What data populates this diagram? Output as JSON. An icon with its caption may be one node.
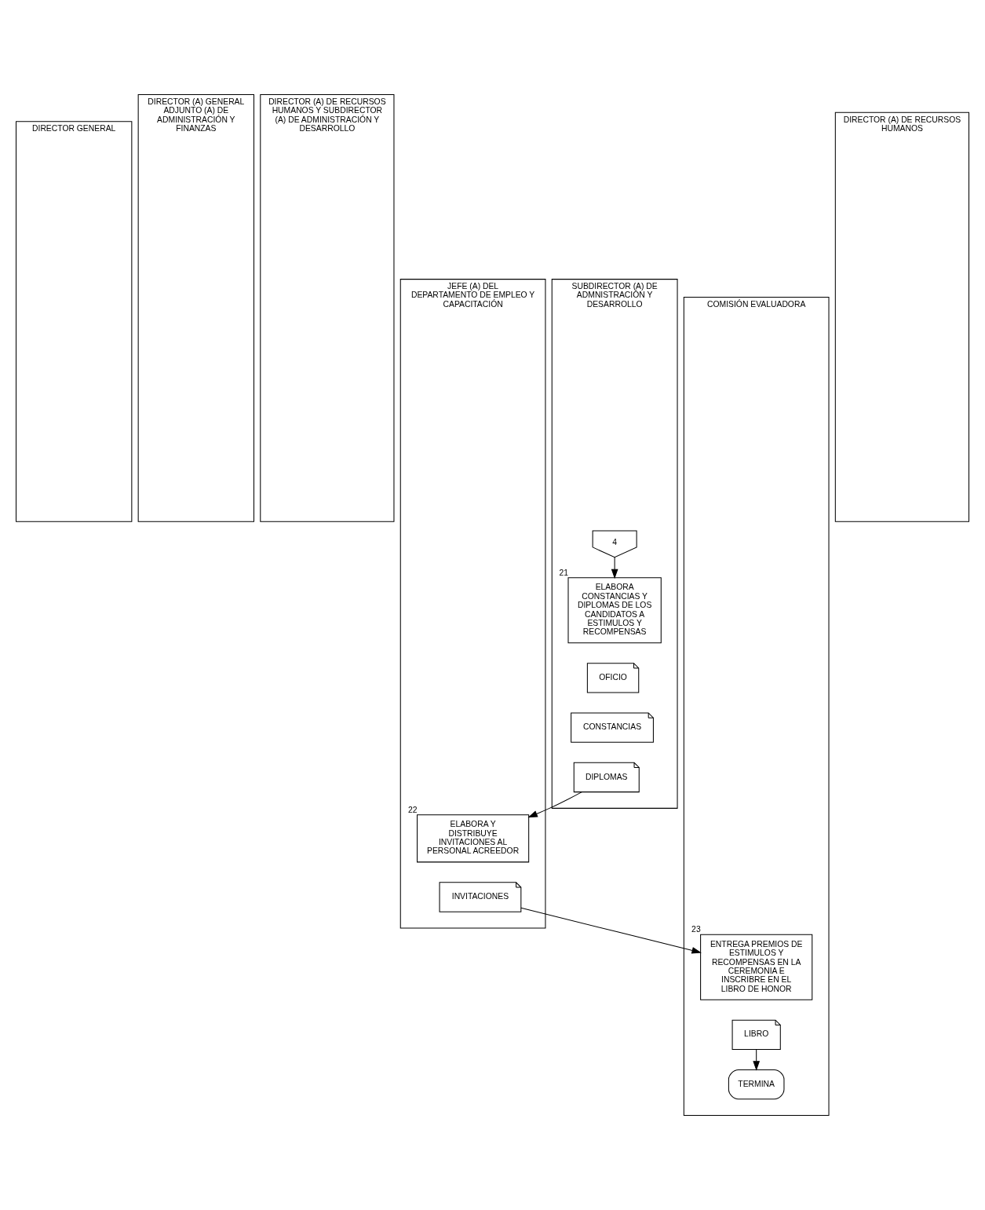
{
  "diagram": {
    "nodes": [
      {
        "text": [
          "DIRECTOR GENERAL"
        ]
      },
      {
        "text": [
          "DIRECTOR (A) GENERAL ADJUNTO (A) DE ADMINISTRACIÓN Y FINANZAS"
        ]
      },
      {
        "text": [
          "DIRECTOR (A) DE RECURSOS HUMANOS Y SUBDIRECTOR (A) DE ADMINISTRACIÓN Y DESARROLLO"
        ]
      },
      {
        "text": [
          "JEFE (A) DEL  DEPARTAMENTO DE EMPLEO Y CAPACITACIÓN"
        ]
      },
      {
        "text": [
          "SUBDIRECTOR (A) DE ADMNISTRACIÓN Y DESARROLLO"
        ]
      },
      {
        "text": [
          "COMISIÓN EVALUADORA"
        ]
      },
      {
        "text": [
          "DIRECTOR (A) DE RECURSOS HUMANOS"
        ]
      },
      {
        "text": [
          "4"
        ],
        "in": 4
      },
      {
        "text": [
          "ELABORA CONSTANCIAS Y DIPLOMAS DE LOS CANDIDATOS A ESTIMULOS Y RECOMPENSAS"
        ],
        "in": 4,
        "beside": [
          "21"
        ]
      },
      {
        "text": [
          "OFICIO"
        ],
        "in": 4
      },
      {
        "text": [
          "CONSTANCIAS"
        ],
        "in": 4
      },
      {
        "text": [
          "DIPLOMAS"
        ],
        "in": 4
      },
      {
        "text": [
          "ELABORA Y DISTRIBUYE INVITACIONES AL PERSONAL ACREEDOR"
        ],
        "in": 3,
        "beside": [
          "22"
        ]
      },
      {
        "text": [
          "INVITACIONES"
        ],
        "in": 3
      },
      {
        "text": [
          "ENTREGA PREMIOS DE ESTIMULOS Y RECOMPENSAS EN LA CEREMONIA E INSCRIBRE EN EL LIBRO DE HONOR"
        ],
        "in": 5,
        "beside": [
          "23"
        ]
      },
      {
        "text": [
          "LIBRO"
        ],
        "in": 5
      },
      {
        "text": [
          "TERMINA"
        ],
        "in": 5
      }
    ],
    "edges": [
      {
        "from": 7,
        "to": 8,
        "arrow": "to"
      },
      {
        "from": 11,
        "to": 12,
        "arrow": "to"
      },
      {
        "from": 13,
        "to": 14,
        "arrow": "to"
      },
      {
        "from": 15,
        "to": 16,
        "arrow": "to"
      }
    ]
  }
}
